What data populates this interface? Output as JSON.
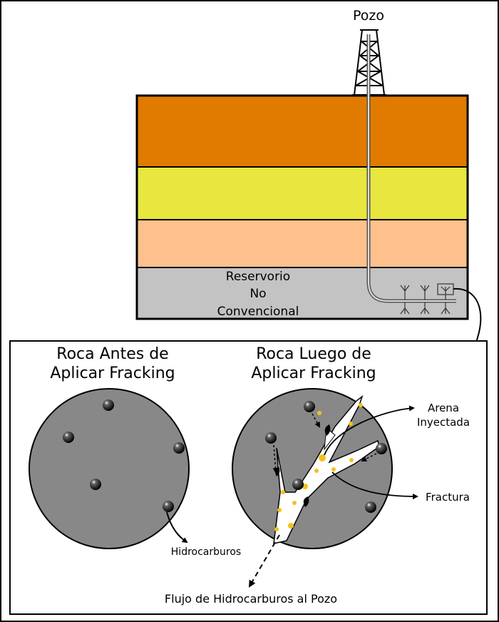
{
  "well": {
    "label": "Pozo"
  },
  "reservoir": {
    "line1": "Reservorio",
    "line2": "No",
    "line3": "Convencional"
  },
  "before": {
    "title_line1": "Roca Antes de",
    "title_line2": "Aplicar Fracking",
    "hydrocarbons_label": "Hidrocarburos"
  },
  "after": {
    "title_line1": "Roca Luego de",
    "title_line2": "Aplicar Fracking",
    "sand_line1": "Arena",
    "sand_line2": "Inyectada",
    "fracture_label": "Fractura"
  },
  "flow_label": "Flujo de Hidrocarburos al Pozo",
  "colors": {
    "layer_top": "#e07b00",
    "layer_2": "#e8e63f",
    "layer_3": "#fec18e",
    "reservoir": "#c3c3c3",
    "rock": "#888888",
    "sand": "#f2c21a"
  }
}
